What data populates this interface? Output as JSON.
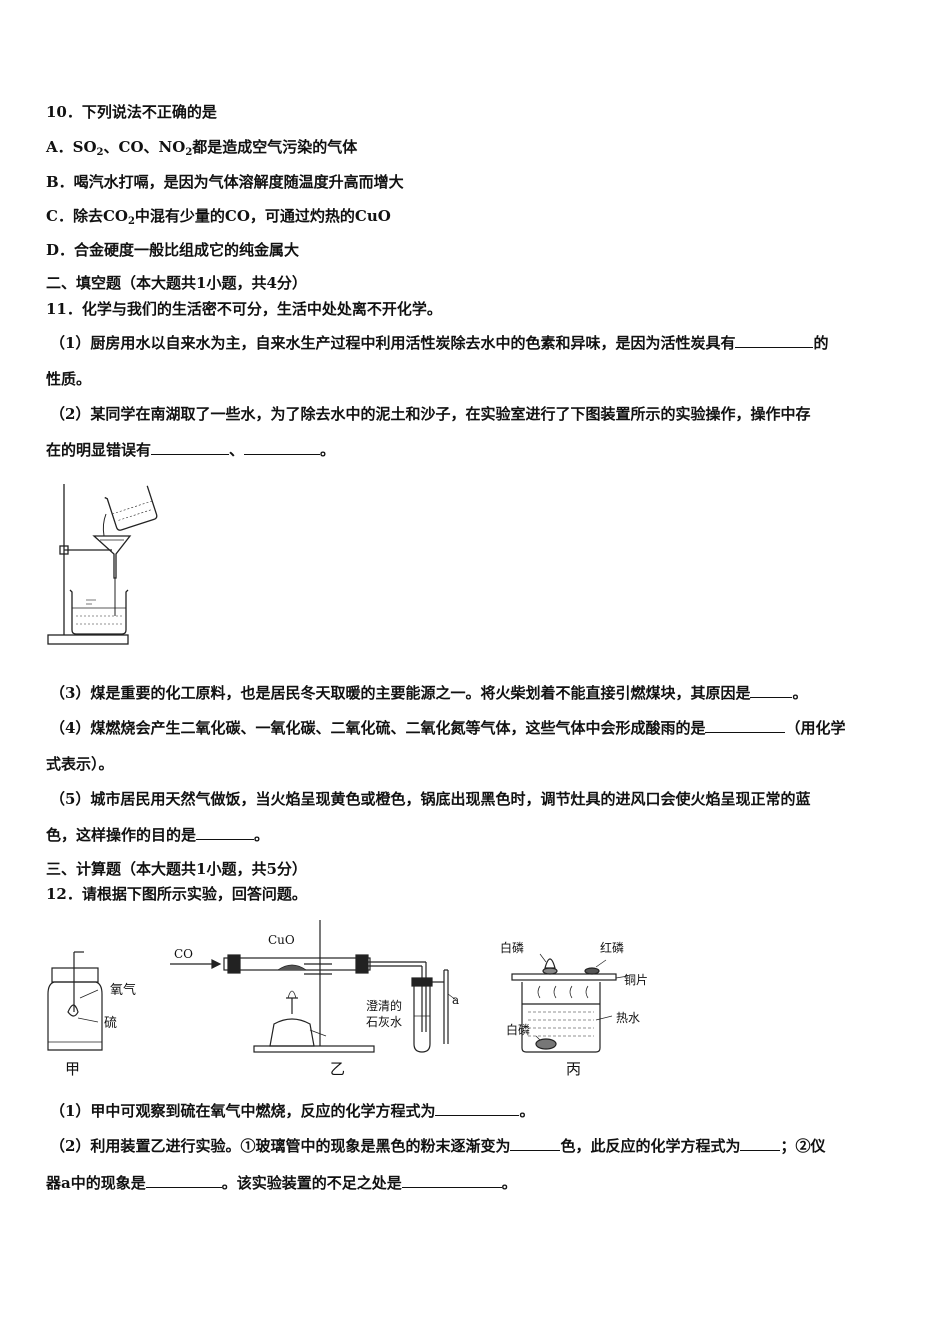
{
  "q10": {
    "stem": "10．下列说法不正确的是",
    "optA_pre": "A．SO",
    "optA_sub1": "2",
    "optA_mid": "、CO、NO",
    "optA_sub2": "2",
    "optA_post": "都是造成空气污染的气体",
    "optB": "B．喝汽水打嗝，是因为气体溶解度随温度升高而增大",
    "optC_pre": "C．除去CO",
    "optC_sub": "2",
    "optC_post": "中混有少量的CO，可通过灼热的CuO",
    "optD": "D．合金硬度一般比组成它的纯金属大"
  },
  "section2": "二、填空题（本大题共1小题，共4分）",
  "q11": {
    "stem": "11．化学与我们的生活密不可分，生活中处处离不开化学。",
    "p1_a": "（1）厨房用水以自来水为主，自来水生产过程中利用活性炭除去水中的色素和异味，是因为活性炭具有",
    "p1_b": "的",
    "p1_c": "性质。",
    "p2_a": "（2）某同学在南湖取了一些水，为了除去水中的泥土和沙子，在实验室进行了下图装置所示的实验操作，操作中存",
    "p2_b": "在的明显错误有",
    "p2_sep": "、",
    "p2_end": "。",
    "p3_a": "（3）煤是重要的化工原料，也是居民冬天取暖的主要能源之一。将火柴划着不能直接引燃煤块，其原因是",
    "p3_end": "。",
    "p4_a": "（4）煤燃烧会产生二氧化碳、一氧化碳、二氧化硫、二氧化氮等气体，这些气体中会形成酸雨的是",
    "p4_b": "（用化学",
    "p4_c": "式表示）。",
    "p5_a": "（5）城市居民用天然气做饭，当火焰呈现黄色或橙色，锅底出现黑色时，调节灶具的进风口会使火焰呈现正常的蓝",
    "p5_b": "色，这样操作的目的是",
    "p5_end": "。"
  },
  "section3": "三、计算题（本大题共1小题，共5分）",
  "q12": {
    "stem": "12．请根据下图所示实验，回答问题。",
    "fig": {
      "jia": "甲",
      "yi": "乙",
      "bing": "丙",
      "oxygen": "氧气",
      "sulfur": "硫",
      "co": "CO",
      "cuo": "CuO",
      "limewater1": "澄清的",
      "limewater2": "石灰水",
      "a": "a",
      "white_p_top": "白磷",
      "red_p": "红磷",
      "copper": "铜片",
      "hot_water": "热水",
      "white_p_bottom": "白磷"
    },
    "p1_a": "（1）甲中可观察到硫在氧气中燃烧，反应的化学方程式为",
    "p1_end": "。",
    "p2_a": "（2）利用装置乙进行实验。①玻璃管中的现象是黑色的粉末逐渐变为",
    "p2_b": "色，此反应的化学方程式为",
    "p2_c": "；②仪",
    "p2_d": "器a中的现象是",
    "p2_e": "。该实验装置的不足之处是",
    "p2_end": "。"
  }
}
